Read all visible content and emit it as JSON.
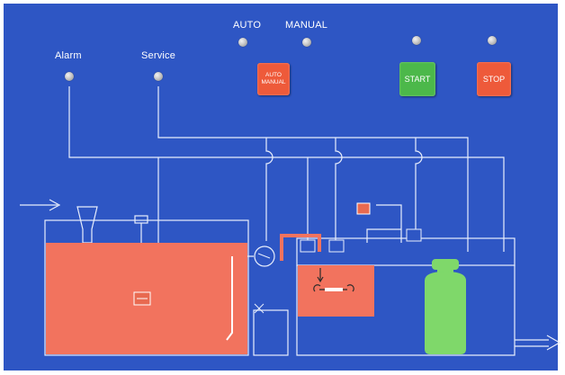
{
  "panel": {
    "labels": {
      "alarm": "Alarm",
      "service": "Service",
      "auto": "AUTO",
      "manual": "MANUAL"
    },
    "buttons": {
      "auto_manual": {
        "line1": "AUTO",
        "line2": "MANUAL"
      },
      "start": "START",
      "stop": "STOP"
    }
  },
  "colors": {
    "background": "#2e56c4",
    "line": "#e8eefc",
    "water": "#f2735e",
    "start_button": "#4cb84a",
    "stop_button": "#ee5a3a",
    "bottle": "#7fd86a",
    "component": "#e86a50"
  },
  "icons": [
    "inlet-arrow-icon",
    "outlet-arrow-icon",
    "pump-icon",
    "valve-icon",
    "agitator-icon",
    "bottle-icon",
    "hopper-icon",
    "float-sensor-icon"
  ]
}
